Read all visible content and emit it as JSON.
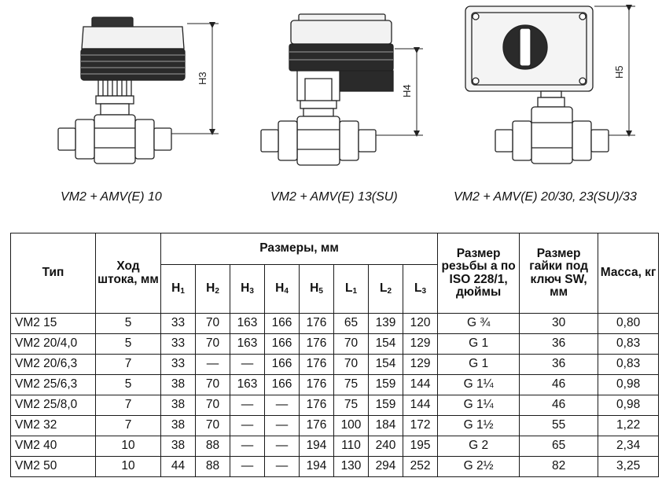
{
  "captions": [
    "VM2 + AMV(E) 10",
    "VM2 + AMV(E) 13(SU)",
    "VM2 + AMV(E) 20/30, 23(SU)/33"
  ],
  "dimension_labels": {
    "h3": "H3",
    "h4": "H4",
    "h5": "H5"
  },
  "table": {
    "headers": {
      "type": "Тип",
      "stroke": "Ход штока, мм",
      "dimensions": "Размеры, мм",
      "thread": "Размер резьбы а по ISO 228/1, дюймы",
      "nut": "Размер гайки под ключ SW, мм",
      "mass": "Масса, кг"
    },
    "dim_columns": [
      {
        "letter": "H",
        "sub": "1"
      },
      {
        "letter": "H",
        "sub": "2"
      },
      {
        "letter": "H",
        "sub": "3"
      },
      {
        "letter": "H",
        "sub": "4"
      },
      {
        "letter": "H",
        "sub": "5"
      },
      {
        "letter": "L",
        "sub": "1"
      },
      {
        "letter": "L",
        "sub": "2"
      },
      {
        "letter": "L",
        "sub": "3"
      }
    ],
    "rows": [
      [
        "VM2 15",
        "5",
        "33",
        "70",
        "163",
        "166",
        "176",
        "65",
        "139",
        "120",
        "G ¾",
        "30",
        "0,80"
      ],
      [
        "VM2 20/4,0",
        "5",
        "33",
        "70",
        "163",
        "166",
        "176",
        "70",
        "154",
        "129",
        "G 1",
        "36",
        "0,83"
      ],
      [
        "VM2 20/6,3",
        "7",
        "33",
        "—",
        "—",
        "166",
        "176",
        "70",
        "154",
        "129",
        "G 1",
        "36",
        "0,83"
      ],
      [
        "VM2 25/6,3",
        "5",
        "38",
        "70",
        "163",
        "166",
        "176",
        "75",
        "159",
        "144",
        "G 1¼",
        "46",
        "0,98"
      ],
      [
        "VM2 25/8,0",
        "7",
        "38",
        "70",
        "—",
        "—",
        "176",
        "75",
        "159",
        "144",
        "G 1¼",
        "46",
        "0,98"
      ],
      [
        "VM2 32",
        "7",
        "38",
        "70",
        "—",
        "—",
        "176",
        "100",
        "184",
        "172",
        "G 1½",
        "55",
        "1,22"
      ],
      [
        "VM2 40",
        "10",
        "38",
        "88",
        "—",
        "—",
        "194",
        "110",
        "240",
        "195",
        "G 2",
        "65",
        "2,34"
      ],
      [
        "VM2 50",
        "10",
        "44",
        "88",
        "—",
        "—",
        "194",
        "130",
        "294",
        "252",
        "G 2½",
        "82",
        "3,25"
      ]
    ]
  }
}
